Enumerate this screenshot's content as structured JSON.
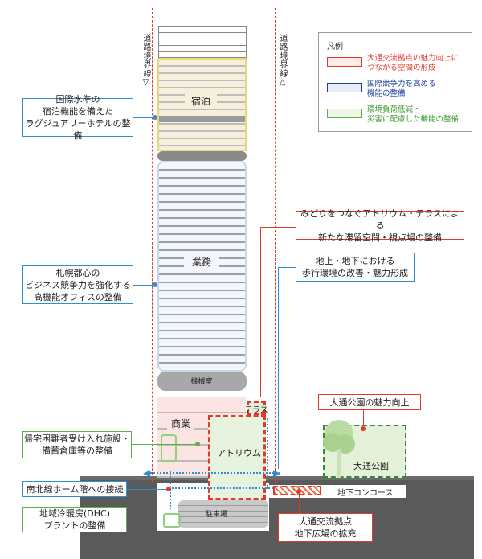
{
  "boundary": {
    "left_label": "道路境界線▽",
    "right_label": "道路境界線△"
  },
  "legend": {
    "title": "凡例",
    "items": [
      {
        "label_line1": "大通交流拠点の魅力向上に",
        "label_line2": "つながる空間の形成",
        "color": "#e23a2a"
      },
      {
        "label_line1": "国際競争力を高める",
        "label_line2": "機能の整備",
        "color": "#1a3f9a"
      },
      {
        "label_line1": "環境負荷低減・",
        "label_line2": "災害に配慮した機能の整備",
        "color": "#5bb04a"
      }
    ]
  },
  "floors": {
    "hotel": "宿泊",
    "office": "業務",
    "machine": "機械室",
    "commercial": "商業",
    "atrium": "アトリウム",
    "terrace": "テラス",
    "parking": "駐車場",
    "park": "大通公園",
    "concourse": "地下コンコース"
  },
  "callouts": {
    "hotel": [
      "国際水準の",
      "宿泊機能を備えた",
      "ラグジュアリーホテルの整備"
    ],
    "office": [
      "札幌都心の",
      "ビジネス競争力を強化する",
      "高機能オフィスの整備"
    ],
    "atrium": [
      "みどりをつなぐアトリウム・テラスによる",
      "新たな滞留空間・視点場の整備"
    ],
    "walkway": [
      "地上・地下における",
      "歩行環境の改善・魅力形成"
    ],
    "park": [
      "大通公園の魅力向上"
    ],
    "shelter": [
      "帰宅困難者受け入れ施設・",
      "備蓄倉庫等の整備"
    ],
    "subway": [
      "南北線ホーム階への接続"
    ],
    "dhc": [
      "地域冷暖房(DHC)",
      "プラントの整備"
    ],
    "plaza": [
      "大通交流拠点",
      "地下広場の拡充"
    ]
  },
  "colors": {
    "red": "#e23a2a",
    "blue": "#2f8fd0",
    "navy": "#1a3f9a",
    "green": "#5bb04a",
    "hotel_fill": "#f5f0dc",
    "office_fill": "#e8eef8",
    "ground": "#555555"
  }
}
